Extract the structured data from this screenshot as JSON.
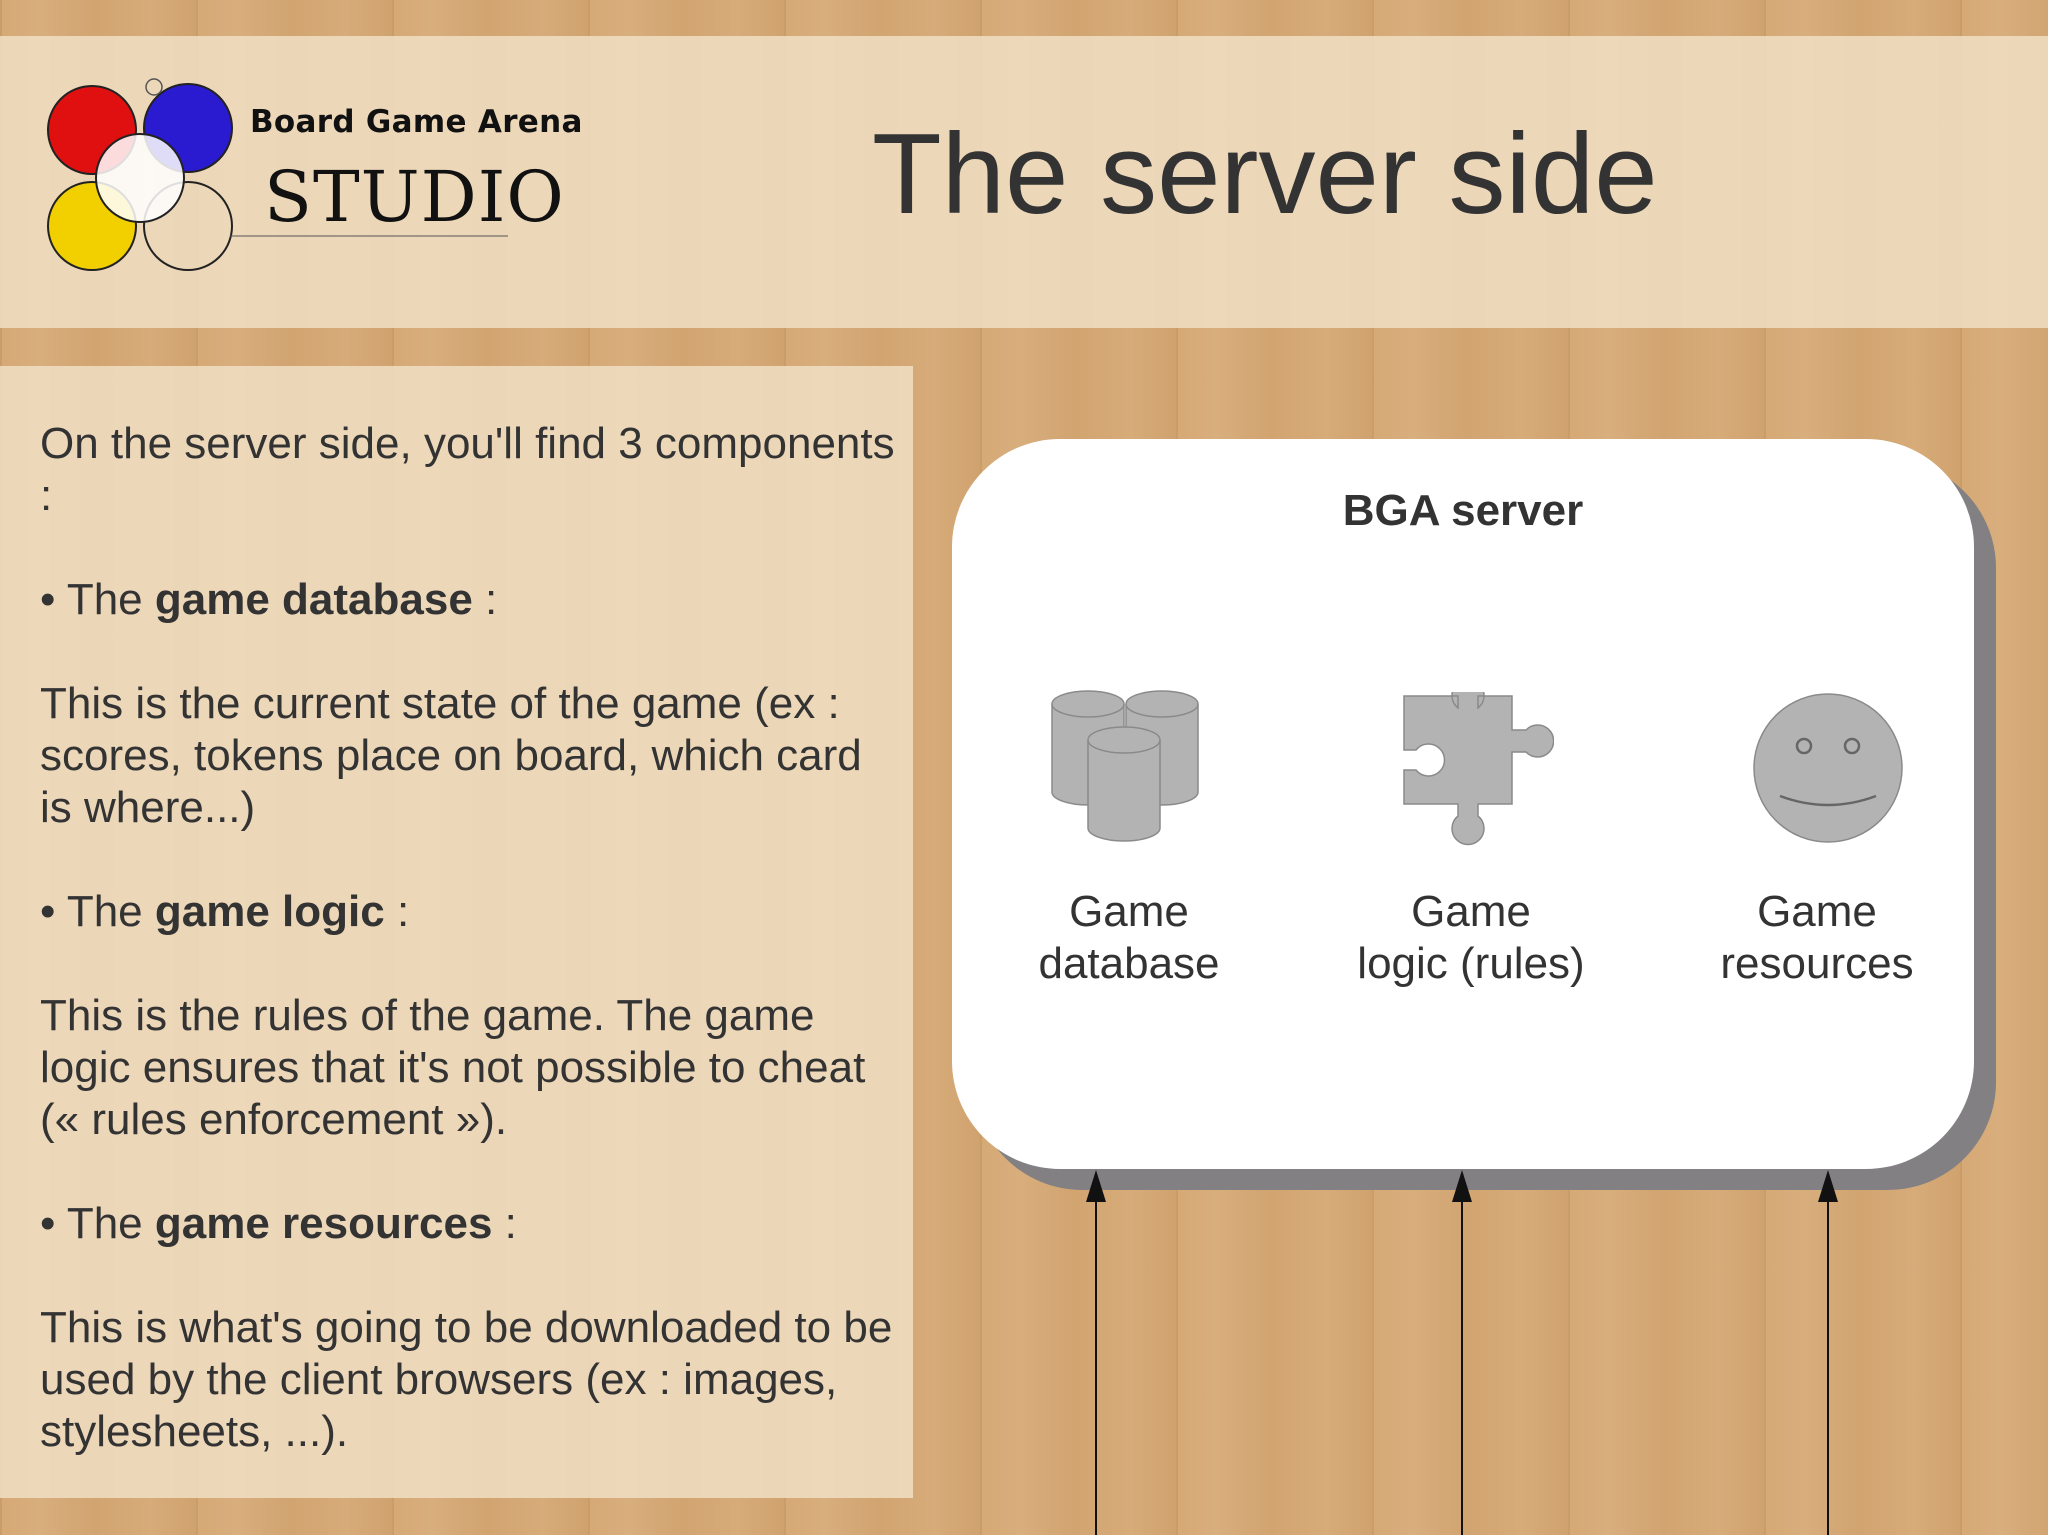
{
  "header": {
    "brand_name": "Board Game Arena",
    "brand_sub": "STUDIO",
    "title": "The server side"
  },
  "intro": "On the server side, you'll find 3 components :",
  "components_text": [
    {
      "prefix": "• The ",
      "name": "game database",
      "suffix": " :",
      "description": "This is the current state of the game (ex : scores, tokens place on board, which card is where...)"
    },
    {
      "prefix": "• The ",
      "name": "game logic",
      "suffix": " :",
      "description": "This is the rules of the game. The game logic ensures that it's not possible to cheat (« rules enforcement »)."
    },
    {
      "prefix": "• The ",
      "name": "game resources",
      "suffix": " :",
      "description": "This is what's going to be downloaded to be used by the client browsers (ex : images, stylesheets, ...)."
    }
  ],
  "diagram": {
    "server_label": "BGA server",
    "components": [
      {
        "icon": "database-icon",
        "line1": "Game",
        "line2": "database"
      },
      {
        "icon": "puzzle-icon",
        "line1": "Game",
        "line2": "logic (rules)"
      },
      {
        "icon": "smiley-icon",
        "line1": "Game",
        "line2": "resources"
      }
    ]
  },
  "colors": {
    "logo_red": "#e01010",
    "logo_blue": "#2a1ad0",
    "logo_yellow": "#f2d000",
    "icon_gray": "#b3b3b3",
    "box_shadow": "#828083"
  }
}
